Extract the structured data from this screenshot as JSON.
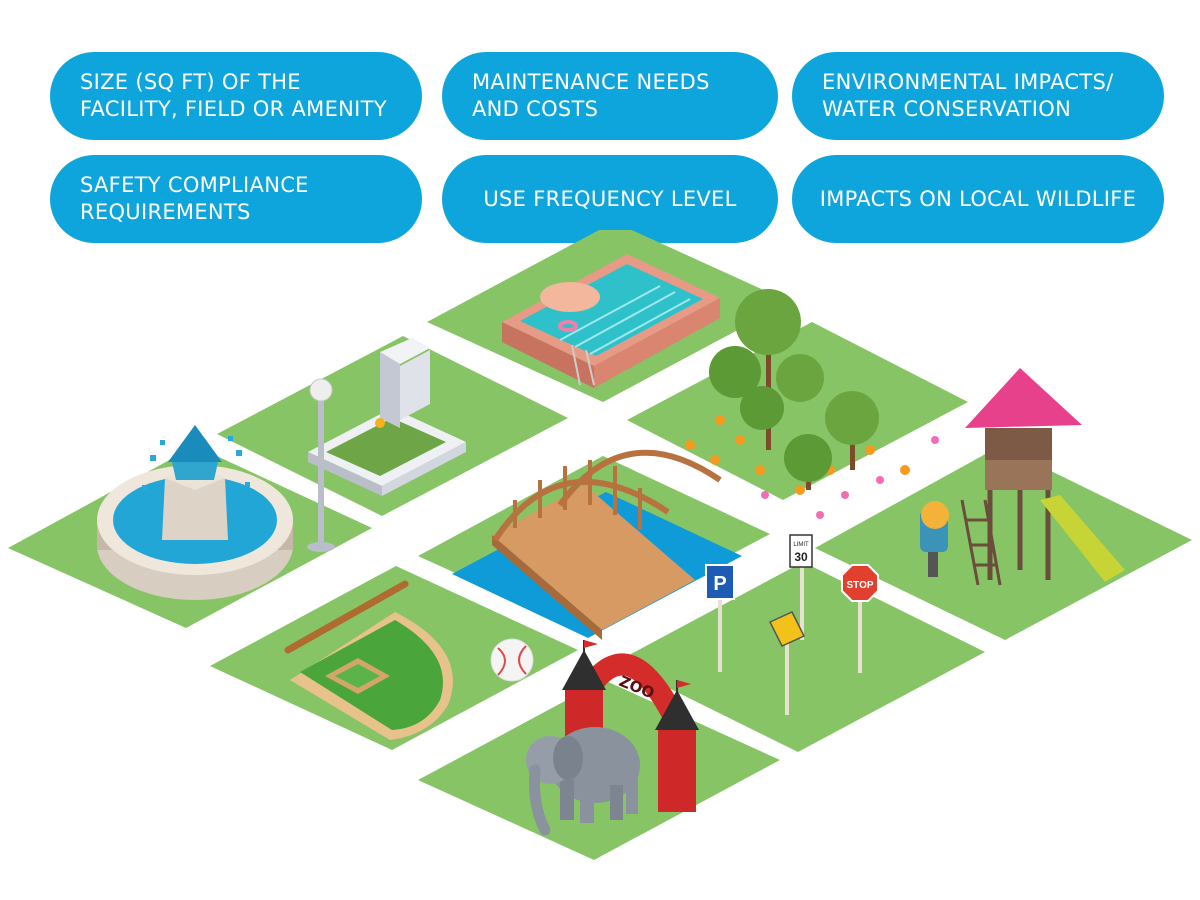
{
  "factors": [
    {
      "label": "SIZE (SQ FT) OF THE\nFACILITY, FIELD OR AMENITY"
    },
    {
      "label": "MAINTENANCE NEEDS\nAND COSTS"
    },
    {
      "label": "ENVIRONMENTAL IMPACTS/\nWATER CONSERVATION"
    },
    {
      "label": "SAFETY COMPLIANCE\nREQUIREMENTS"
    },
    {
      "label": "USE FREQUENCY LEVEL"
    },
    {
      "label": "IMPACTS ON LOCAL WILDLIFE"
    }
  ],
  "signs": {
    "parking": "P",
    "speed_top": "LIMIT",
    "speed_value": "30",
    "stop": "STOP",
    "zoo": "ZOO"
  },
  "colors": {
    "pill": "#0ea5dc",
    "grass": "#86c466",
    "water": "#0f9bd7"
  }
}
